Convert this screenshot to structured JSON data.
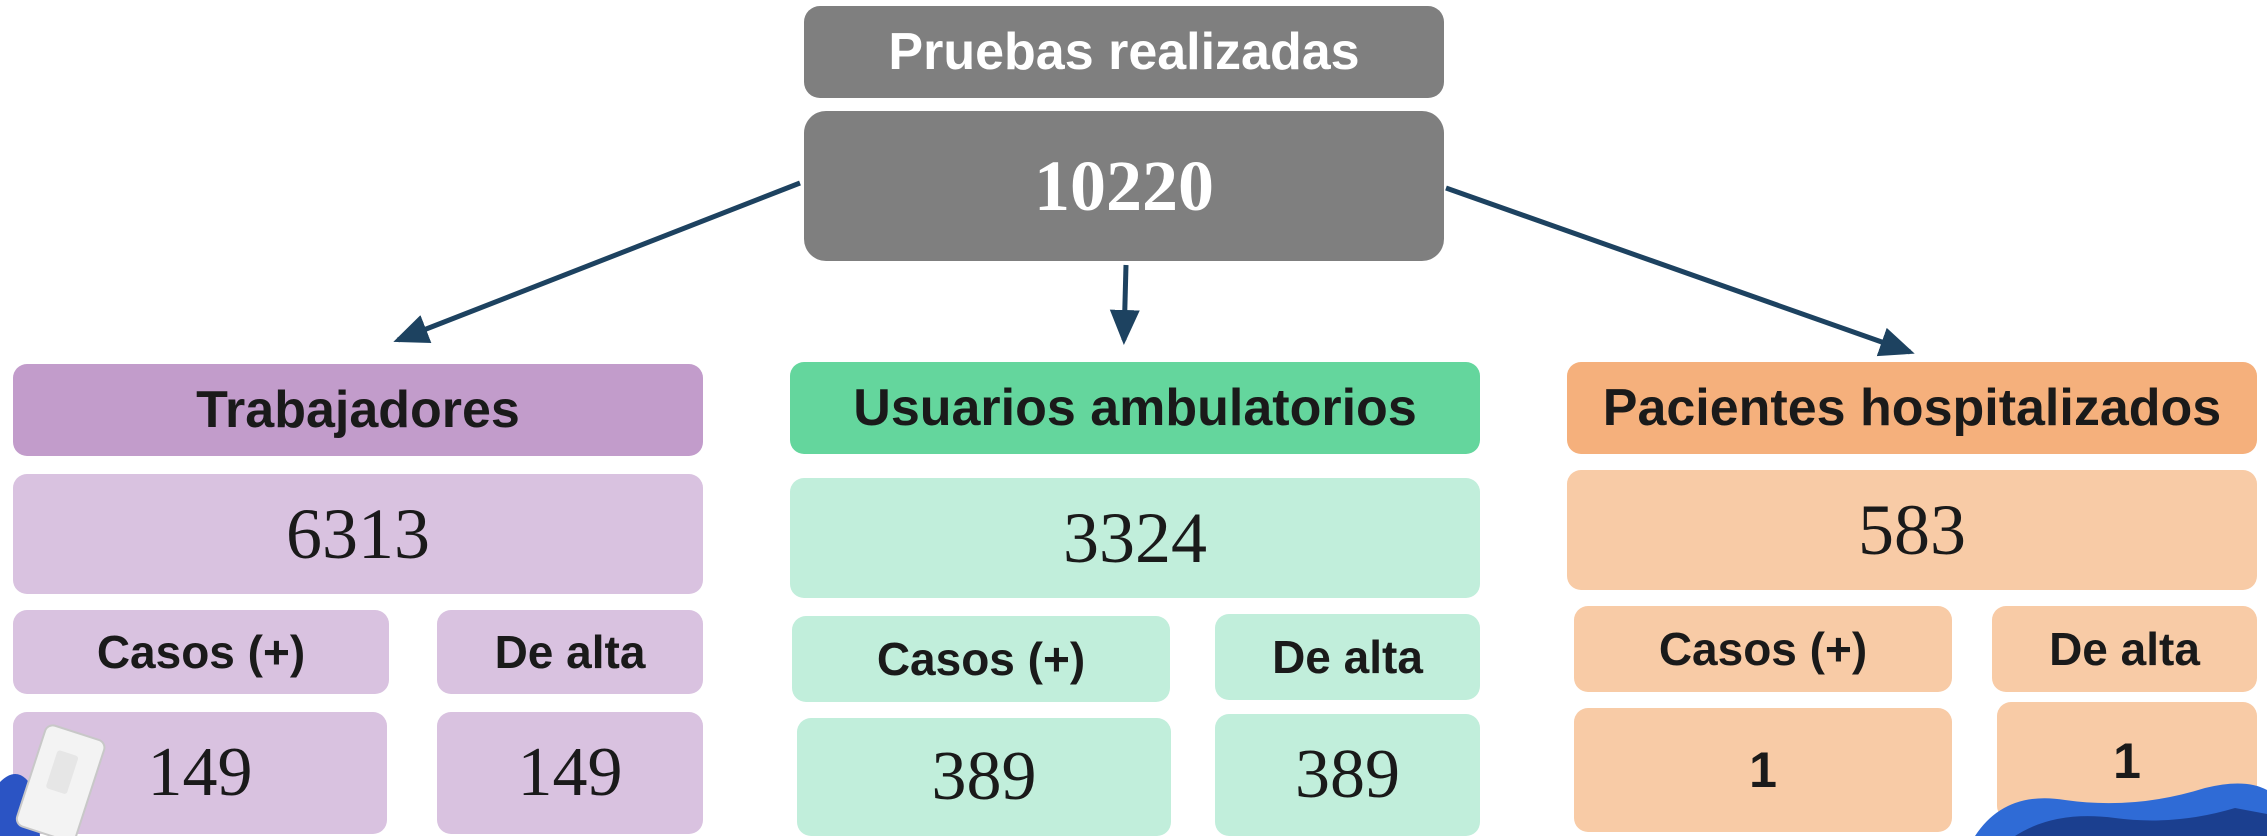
{
  "top": {
    "title": "Pruebas realizadas",
    "total": "10220"
  },
  "groups": [
    {
      "name": "Trabajadores",
      "total": "6313",
      "cases_label": "Casos (+)",
      "cases_value": "149",
      "discharged_label": "De alta",
      "discharged_value": "149",
      "color_dark": "#c29ccb",
      "color_light": "#d9c2e0"
    },
    {
      "name": "Usuarios ambulatorios",
      "total": "3324",
      "cases_label": "Casos (+)",
      "cases_value": "389",
      "discharged_label": "De alta",
      "discharged_value": "389",
      "color_dark": "#64d69d",
      "color_light": "#c1eedb"
    },
    {
      "name": "Pacientes hospitalizados",
      "total": "583",
      "cases_label": "Casos (+)",
      "cases_value": "1",
      "discharged_label": "De alta",
      "discharged_value": "1",
      "color_dark": "#f5b07c",
      "color_light": "#f8cba6"
    }
  ],
  "arrow_color": "#1d4260",
  "box_gray": "#7f7f7f"
}
